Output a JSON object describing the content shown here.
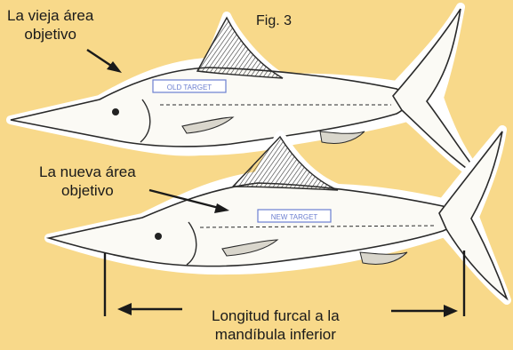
{
  "figure": {
    "title": "Fig. 3"
  },
  "labels": {
    "old_area_line1": "La vieja área",
    "old_area_line2": "objetivo",
    "new_area_line1": "La nueva área",
    "new_area_line2": "objetivo",
    "measure_line1": "Longitud furcal a la",
    "measure_line2": "mandíbula inferior"
  },
  "fish_tags": {
    "old": "OLD TARGET",
    "new": "NEW TARGET"
  },
  "colors": {
    "background": "#f8d98a",
    "fish_fill": "#fbfaf5",
    "outline": "#2a2a2a",
    "tag_box": "#6c7fd0"
  }
}
